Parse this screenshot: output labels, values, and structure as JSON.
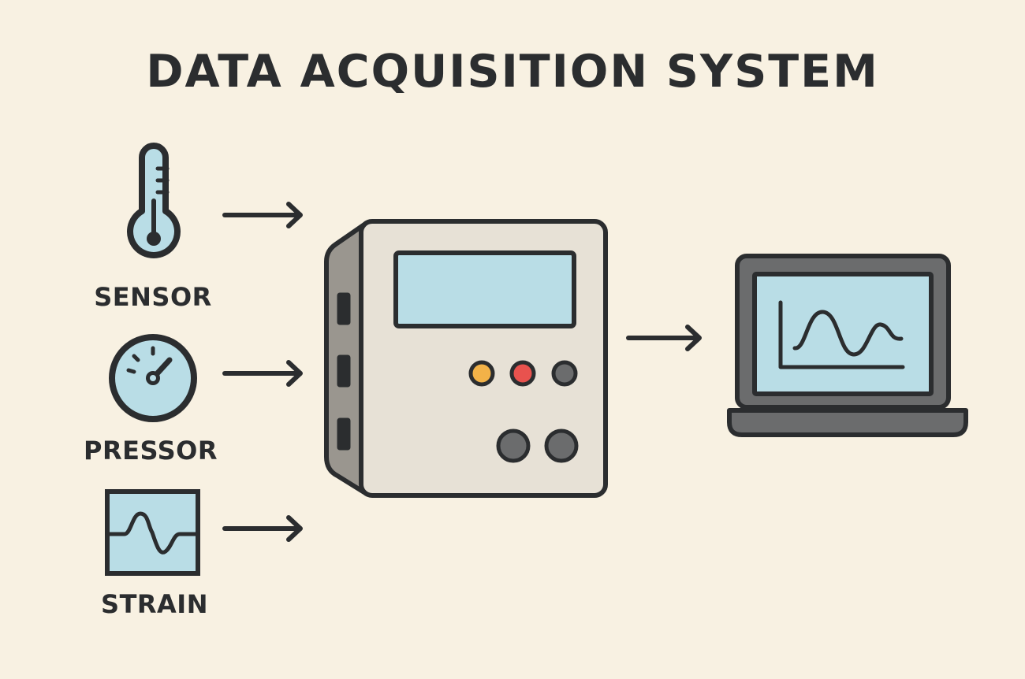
{
  "title": "DATA ACQUISITION SYSTEM",
  "sensors": [
    {
      "label": "SENSOR",
      "icon": "thermometer-icon"
    },
    {
      "label": "PRESSOR",
      "icon": "pressure-gauge-icon"
    },
    {
      "label": "STRAIN",
      "icon": "strain-wave-icon"
    }
  ],
  "device": {
    "icon": "daq-unit-icon"
  },
  "computer": {
    "icon": "laptop-chart-icon"
  },
  "colors": {
    "background": "#f8f1e2",
    "outline": "#2b2d2f",
    "screen": "#b9dde6",
    "device_body": "#e7e1d6",
    "device_side": "#9a968f",
    "laptop_frame": "#6b6c6d",
    "led_amber": "#f2b248",
    "led_red": "#e8524e",
    "button_gray": "#6b6c6d"
  }
}
